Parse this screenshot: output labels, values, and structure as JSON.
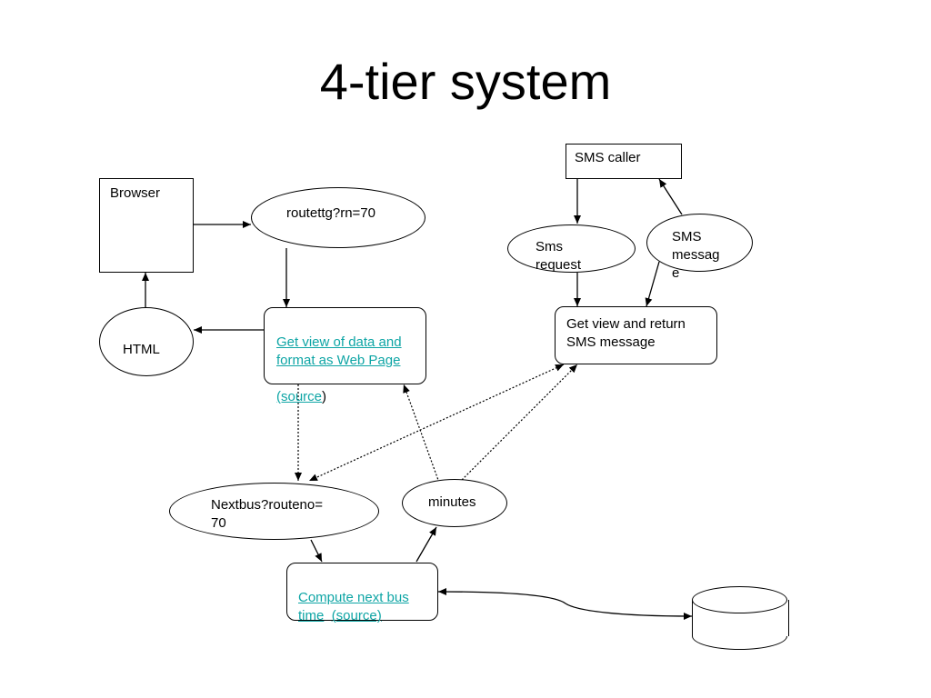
{
  "title": "4-tier system",
  "nodes": {
    "browser": "Browser",
    "routettg": "routettg?rn=70",
    "html": "HTML",
    "get_view_link": "Get view of data and format as Web Page",
    "get_view_source_link": "(source",
    "get_view_source_close": ")",
    "sms_caller": "SMS caller",
    "sms_request": "Sms\nrequest",
    "sms_message": "SMS\nmessag\ne",
    "get_view_sms": "Get view and return SMS message",
    "nextbus": "Nextbus?routeno=\n70",
    "minutes": "minutes",
    "compute_link": "Compute next bus time",
    "compute_source_link": "(source)"
  },
  "colors": {
    "link": "#0ea5a5",
    "stroke": "#000000",
    "background": "#ffffff"
  }
}
